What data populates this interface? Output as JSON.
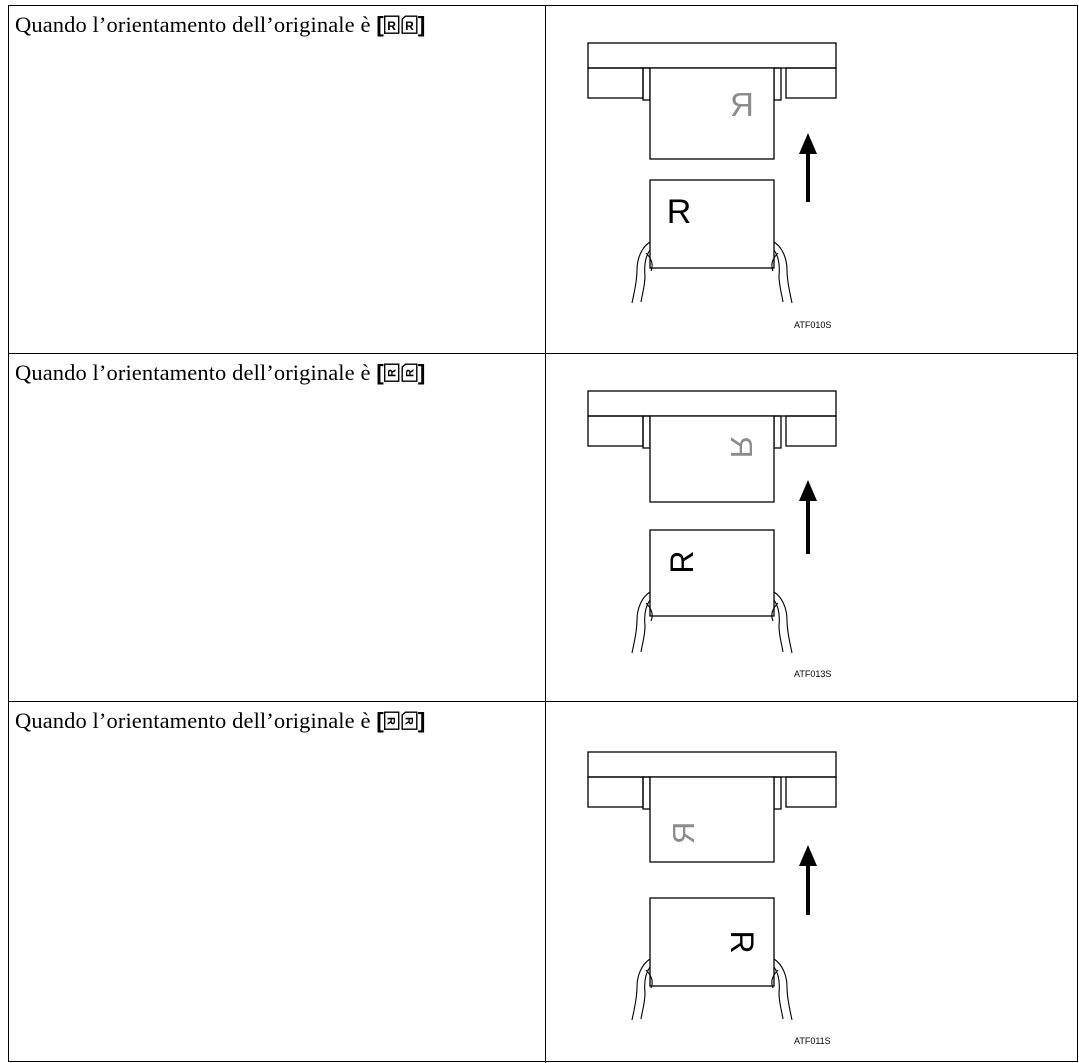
{
  "rows": [
    {
      "text": "Quando l’orientamento dell’originale è",
      "bracket_open": "[",
      "bracket_close": "]",
      "icon": "orientation-upright-icon",
      "figure_code": "ATF010S",
      "original_letter": "R",
      "fed_letter": "R"
    },
    {
      "text": "Quando l’orientamento dell’originale è",
      "bracket_open": "[",
      "bracket_close": "]",
      "icon": "orientation-rotated-left-icon",
      "figure_code": "ATF013S",
      "original_letter": "R",
      "fed_letter": "R"
    },
    {
      "text": "Quando l’orientamento dell’originale è",
      "bracket_open": "[",
      "bracket_close": "]",
      "icon": "orientation-rotated-right-icon",
      "figure_code": "ATF011S",
      "original_letter": "R",
      "fed_letter": "R"
    }
  ],
  "colors": {
    "line": "#000000",
    "faded_letter": "#8c8c8c"
  }
}
